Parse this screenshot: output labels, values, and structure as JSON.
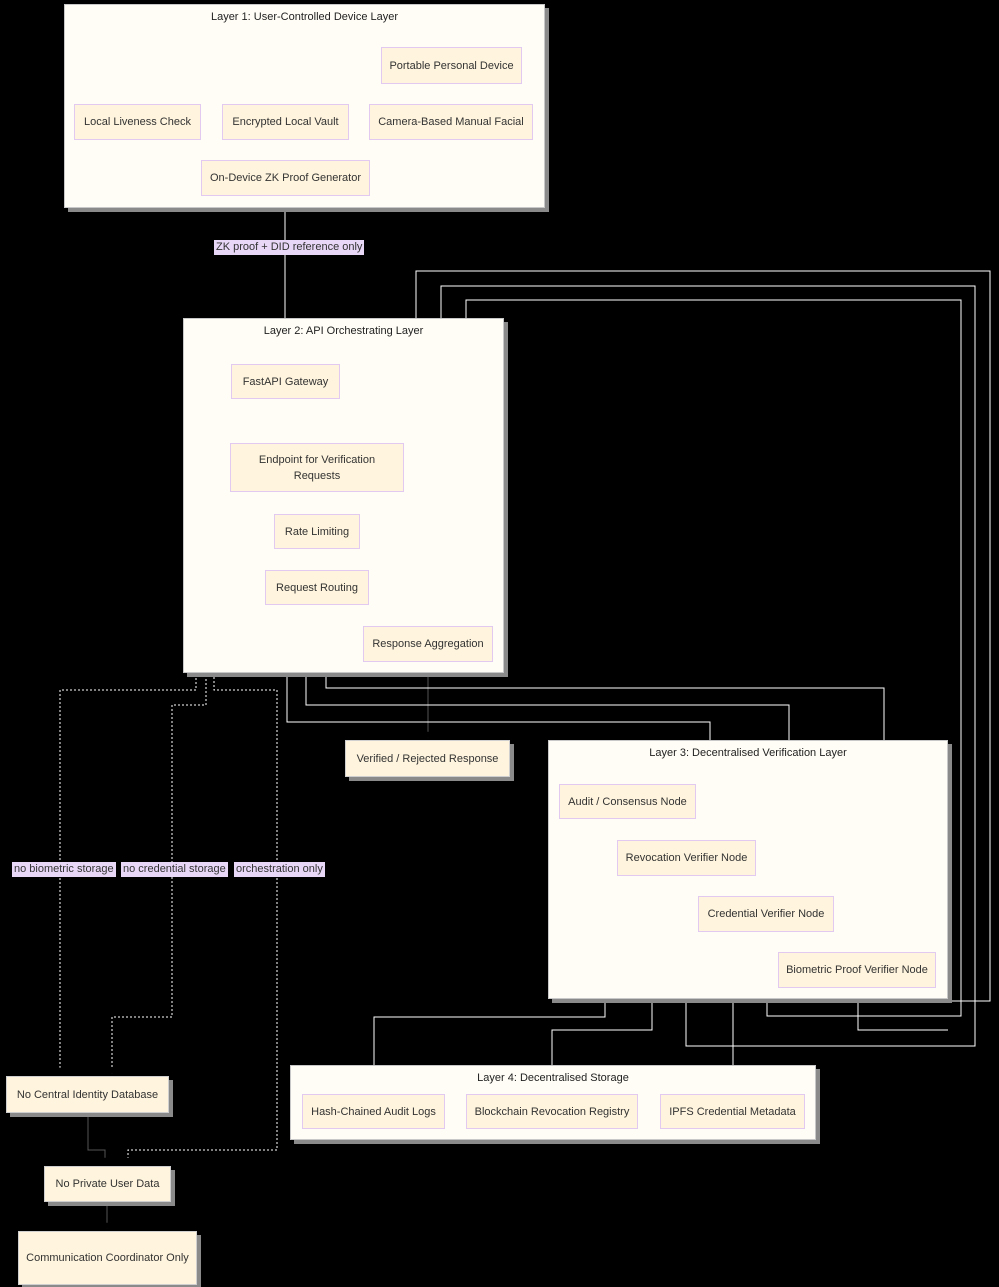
{
  "layers": {
    "layer1": "Layer 1: User-Controlled Device Layer",
    "layer2": "Layer 2: API Orchestrating Layer",
    "layer3": "Layer 3: Decentralised Verification Layer",
    "layer4": "Layer 4: Decentralised Storage"
  },
  "nodes": {
    "portable_device": "Portable Personal Device",
    "liveness": "Local Liveness Check",
    "vault": "Encrypted Local Vault",
    "camera_facial": "Camera-Based Manual Facial",
    "zk_generator": "On-Device ZK Proof Generator",
    "fastapi": "FastAPI Gateway",
    "endpoint": "Endpoint for Verification Requests",
    "rate_limiting": "Rate Limiting",
    "request_routing": "Request Routing",
    "response_aggregation": "Response Aggregation",
    "verified_response": "Verified / Rejected Response",
    "audit_node": "Audit / Consensus Node",
    "revocation_node": "Revocation Verifier Node",
    "credential_node": "Credential Verifier Node",
    "biometric_node": "Biometric Proof Verifier Node",
    "audit_logs": "Hash-Chained Audit Logs",
    "revocation_registry": "Blockchain Revocation Registry",
    "ipfs_metadata": "IPFS Credential Metadata",
    "no_central_db": "No Central Identity Database",
    "no_private_data": "No Private User Data",
    "comm_coordinator": "Communication Coordinator Only"
  },
  "edge_labels": {
    "zk_proof": "ZK proof + DID reference only",
    "no_biometric": "no biometric storage",
    "no_credential": "no credential storage",
    "orchestration": "orchestration only"
  }
}
